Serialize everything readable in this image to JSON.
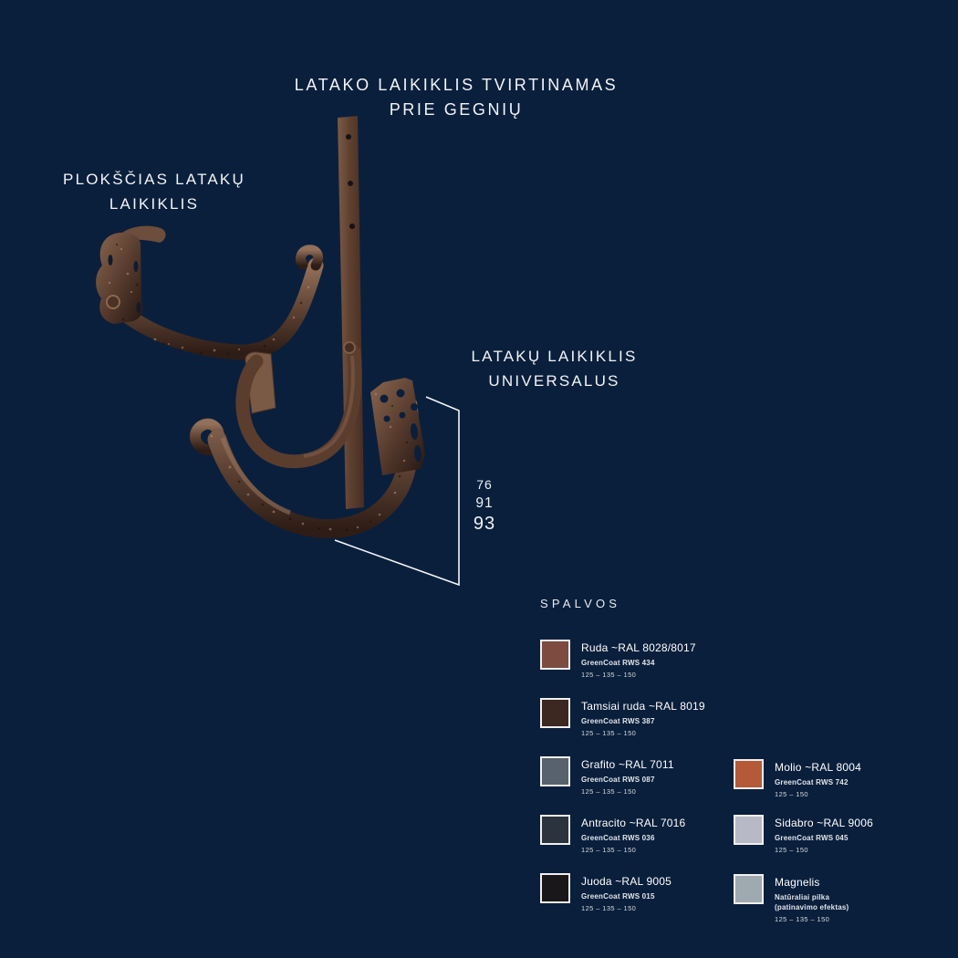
{
  "titles": {
    "rafter": {
      "line1": "LATAKO LAIKIKLIS TVIRTINAMAS",
      "line2": "PRIE GEGNIŲ"
    },
    "flat": {
      "line1": "PLOKŠČIAS LATAKŲ",
      "line2": "LAIKIKLIS"
    },
    "universal": {
      "line1": "LATAKŲ LAIKIKLIS",
      "line2": "UNIVERSALUS"
    }
  },
  "measurements": {
    "values": [
      "76",
      "91",
      "93"
    ]
  },
  "palette": {
    "heading": "SPALVOS",
    "left": [
      {
        "name": "Ruda ~RAL 8028/8017",
        "coat": "GreenCoat RWS 434",
        "coat2": "",
        "sizes": "125 – 135 – 150",
        "hex": "#7d4b40"
      },
      {
        "name": "Tamsiai ruda ~RAL 8019",
        "coat": "GreenCoat RWS 387",
        "coat2": "",
        "sizes": "125 – 135 – 150",
        "hex": "#3d2721"
      },
      {
        "name": "Grafito ~RAL 7011",
        "coat": "GreenCoat RWS 087",
        "coat2": "",
        "sizes": "125 – 135 – 150",
        "hex": "#57626e"
      },
      {
        "name": "Antracito ~RAL 7016",
        "coat": "GreenCoat RWS 036",
        "coat2": "",
        "sizes": "125 – 135 – 150",
        "hex": "#2b333e"
      },
      {
        "name": "Juoda ~RAL 9005",
        "coat": "GreenCoat RWS 015",
        "coat2": "",
        "sizes": "125 – 135 – 150",
        "hex": "#1a171b"
      }
    ],
    "right": [
      {
        "name": "Molio ~RAL 8004",
        "coat": "GreenCoat RWS 742",
        "coat2": "",
        "sizes": "125 – 150",
        "hex": "#b55a39"
      },
      {
        "name": "Sidabro ~RAL 9006",
        "coat": "GreenCoat RWS 045",
        "coat2": "",
        "sizes": "125 – 150",
        "hex": "#b7bac6"
      },
      {
        "name": "Magnelis",
        "coat": "Natūraliai pilka",
        "coat2": "(patinavimo efektas)",
        "sizes": "125 – 135 – 150",
        "hex": "#9faab0"
      }
    ]
  },
  "art": {
    "background": "#0a1f3c",
    "measure_line_color": "#f4f6f8"
  }
}
